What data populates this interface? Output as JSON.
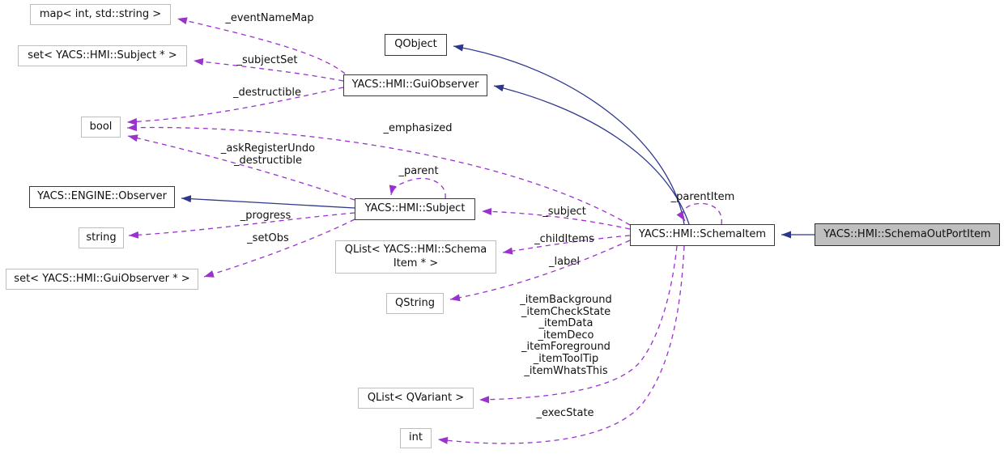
{
  "diagram_type": "collaboration-graph",
  "colors": {
    "background": "#ffffff",
    "member_edge": "#9a32cd",
    "inheritance_edge": "#2d378c",
    "node_fill": "#ffffff",
    "current_node_fill": "#bfbfbf",
    "plain_border": "#bdbdbd",
    "documented_border": "#3a3a3a",
    "text": "#101010"
  },
  "nodes": {
    "map_int_string": {
      "label": "map< int, std::string >"
    },
    "set_subject": {
      "label": "set< YACS::HMI::Subject * >"
    },
    "bool": {
      "label": "bool"
    },
    "qobject": {
      "label": "QObject"
    },
    "guiobserver": {
      "label": "YACS::HMI::GuiObserver"
    },
    "engine_observer": {
      "label": "YACS::ENGINE::Observer"
    },
    "string": {
      "label": "string"
    },
    "set_guiobserver": {
      "label": "set< YACS::HMI::GuiObserver * >"
    },
    "subject": {
      "label": "YACS::HMI::Subject"
    },
    "qlist_schemaitem": {
      "lines": [
        "QList< YACS::HMI::Schema",
        "Item * >"
      ]
    },
    "qstring": {
      "label": "QString"
    },
    "qlist_qvariant": {
      "label": "QList< QVariant >"
    },
    "int": {
      "label": "int"
    },
    "schemaitem": {
      "label": "YACS::HMI::SchemaItem"
    },
    "schemaoutportitem": {
      "label": "YACS::HMI::SchemaOutPortItem",
      "current": true
    }
  },
  "edge_labels": {
    "event_name_map": "_eventNameMap",
    "subject_set": "_subjectSet",
    "destructible": "_destructible",
    "emphasized": "_emphasized",
    "ask_register_undo": {
      "lines": [
        "_askRegisterUndo",
        "_destructible"
      ]
    },
    "parent": "_parent",
    "progress": "_progress",
    "set_obs": "_setObs",
    "subject": "_subject",
    "child_items": "_childItems",
    "label": "_label",
    "parent_item": "_parentItem",
    "item_props": {
      "lines": [
        "_itemBackground",
        "_itemCheckState",
        "_itemData",
        "_itemDeco",
        "_itemForeground",
        "_itemToolTip",
        "_itemWhatsThis"
      ]
    },
    "exec_state": "_execState"
  },
  "edges": [
    {
      "from": "YACS::HMI::GuiObserver",
      "to": "map< int, std::string >",
      "label": "_eventNameMap",
      "relation": "member",
      "style": "dashed"
    },
    {
      "from": "YACS::HMI::GuiObserver",
      "to": "set< YACS::HMI::Subject * >",
      "label": "_subjectSet",
      "relation": "member",
      "style": "dashed"
    },
    {
      "from": "YACS::HMI::GuiObserver",
      "to": "bool",
      "label": "_destructible",
      "relation": "member",
      "style": "dashed"
    },
    {
      "from": "YACS::HMI::SchemaItem",
      "to": "bool",
      "label": "_emphasized",
      "relation": "member",
      "style": "dashed"
    },
    {
      "from": "YACS::HMI::Subject",
      "to": "bool",
      "label": "_askRegisterUndo _destructible",
      "relation": "member",
      "style": "dashed"
    },
    {
      "from": "YACS::HMI::Subject",
      "to": "YACS::HMI::Subject",
      "label": "_parent",
      "relation": "member",
      "style": "dashed"
    },
    {
      "from": "YACS::HMI::Subject",
      "to": "YACS::ENGINE::Observer",
      "label": "",
      "relation": "inherits",
      "style": "solid"
    },
    {
      "from": "YACS::HMI::Subject",
      "to": "string",
      "label": "_progress",
      "relation": "member",
      "style": "dashed"
    },
    {
      "from": "YACS::HMI::Subject",
      "to": "set< YACS::HMI::GuiObserver * >",
      "label": "_setObs",
      "relation": "member",
      "style": "dashed"
    },
    {
      "from": "YACS::HMI::SchemaItem",
      "to": "QObject",
      "label": "",
      "relation": "inherits",
      "style": "solid"
    },
    {
      "from": "YACS::HMI::SchemaItem",
      "to": "YACS::HMI::GuiObserver",
      "label": "",
      "relation": "inherits",
      "style": "solid"
    },
    {
      "from": "YACS::HMI::SchemaItem",
      "to": "YACS::HMI::Subject",
      "label": "_subject",
      "relation": "member",
      "style": "dashed"
    },
    {
      "from": "YACS::HMI::SchemaItem",
      "to": "QList< YACS::HMI::SchemaItem * >",
      "label": "_childItems",
      "relation": "member",
      "style": "dashed"
    },
    {
      "from": "YACS::HMI::SchemaItem",
      "to": "QString",
      "label": "_label",
      "relation": "member",
      "style": "dashed"
    },
    {
      "from": "YACS::HMI::SchemaItem",
      "to": "QList< QVariant >",
      "label": "_itemBackground _itemCheckState _itemData _itemDeco _itemForeground _itemToolTip _itemWhatsThis",
      "relation": "member",
      "style": "dashed"
    },
    {
      "from": "YACS::HMI::SchemaItem",
      "to": "int",
      "label": "_execState",
      "relation": "member",
      "style": "dashed"
    },
    {
      "from": "YACS::HMI::SchemaItem",
      "to": "YACS::HMI::SchemaItem",
      "label": "_parentItem",
      "relation": "member",
      "style": "dashed"
    },
    {
      "from": "YACS::HMI::SchemaOutPortItem",
      "to": "YACS::HMI::SchemaItem",
      "label": "",
      "relation": "inherits",
      "style": "solid"
    }
  ]
}
